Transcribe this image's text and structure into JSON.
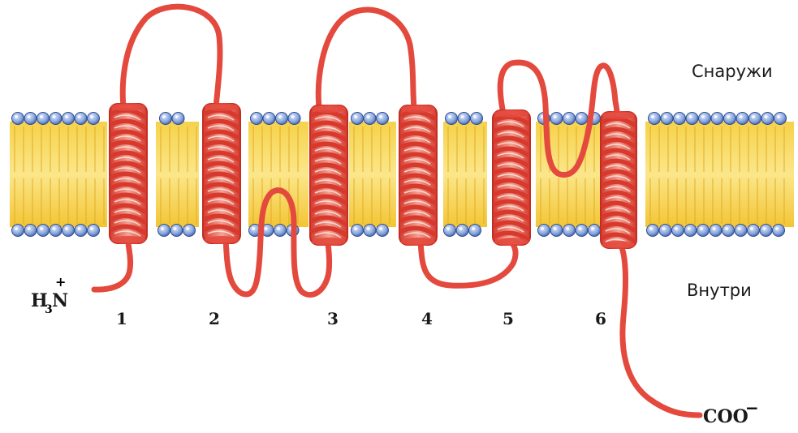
{
  "diagram": {
    "outside_label": "Снаружи",
    "inside_label": "Внутри",
    "n_terminus": {
      "main": "H",
      "sub": "3",
      "tail": "N",
      "charge": "+"
    },
    "c_terminus": {
      "main": "COO",
      "charge": "−"
    },
    "helices": [
      {
        "number": "1"
      },
      {
        "number": "2"
      },
      {
        "number": "3"
      },
      {
        "number": "4"
      },
      {
        "number": "5"
      },
      {
        "number": "6"
      }
    ],
    "colors": {
      "lipid_tail": "#f2c63a",
      "lipid_tail_light": "#fbe27a",
      "lipid_head": "#6f92d0",
      "protein": "#e4493d",
      "protein_light": "#f6c3b8"
    }
  }
}
